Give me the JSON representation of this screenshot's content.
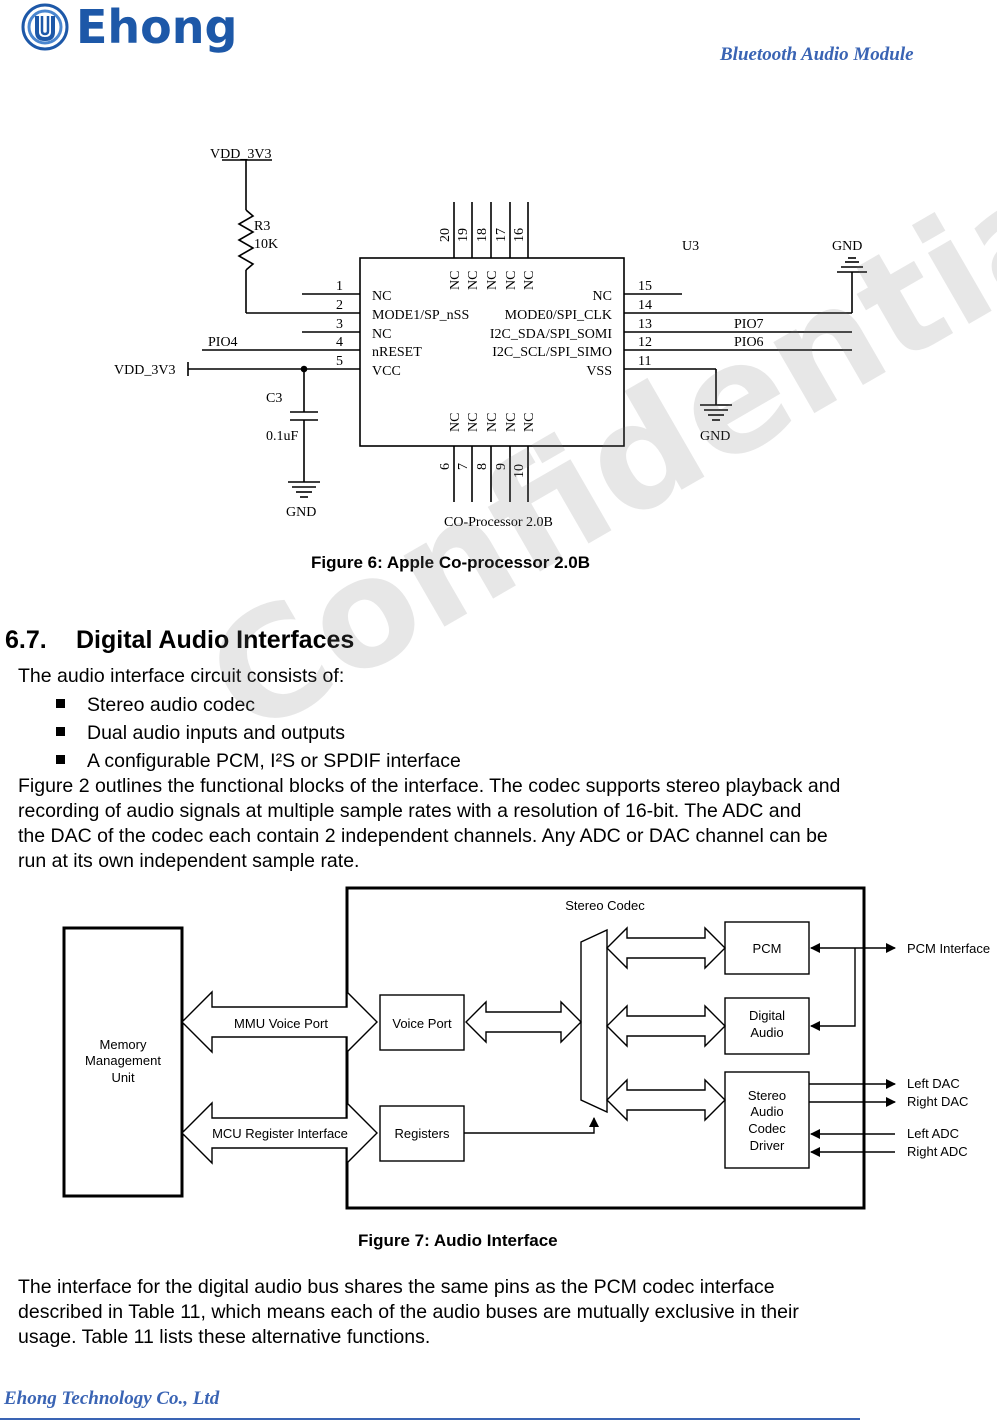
{
  "header": {
    "brand": "Ehong",
    "doc_type": "Bluetooth Audio Module"
  },
  "schematic": {
    "vdd_top": "VDD_3V3",
    "r3_name": "R3",
    "r3_value": "10K",
    "u3": "U3",
    "gnd": "GND",
    "pio4": "PIO4",
    "vdd_left": "VDD_3V3",
    "c3_name": "C3",
    "c3_value": "0.1uF",
    "gnd_left": "GND",
    "gnd_right": "GND",
    "pio7": "PIO7",
    "pio6": "PIO6",
    "chip_name": "CO-Processor 2.0B",
    "top_pins": [
      "20",
      "19",
      "18",
      "17",
      "16"
    ],
    "bottom_pins": [
      "6",
      "7",
      "8",
      "9",
      "10"
    ],
    "nc": "NC",
    "left_pins": [
      {
        "num": "1",
        "label": "NC"
      },
      {
        "num": "2",
        "label": "MODE1/SP_nSS"
      },
      {
        "num": "3",
        "label": "NC"
      },
      {
        "num": "4",
        "label": "nRESET"
      },
      {
        "num": "5",
        "label": "VCC"
      }
    ],
    "right_pins": [
      {
        "num": "15",
        "label": "NC"
      },
      {
        "num": "14",
        "label": "MODE0/SPI_CLK"
      },
      {
        "num": "13",
        "label": "I2C_SDA/SPI_SOMI"
      },
      {
        "num": "12",
        "label": "I2C_SCL/SPI_SIMO"
      },
      {
        "num": "11",
        "label": "VSS"
      }
    ]
  },
  "figure6_caption": "Figure 6: Apple Co-processor 2.0B",
  "section": {
    "number": "6.7.",
    "title": "Digital Audio Interfaces"
  },
  "intro": "The audio interface circuit consists of:",
  "bullets": [
    "Stereo audio codec",
    "Dual audio inputs and outputs",
    "A configurable PCM, I²S or SPDIF  interface"
  ],
  "paragraph1": [
    "Figure 2 outlines the functional blocks of the interface. The codec supports stereo playback and",
    "recording of audio signals at multiple sample rates with a resolution of 16-bit. The ADC and",
    "the DAC of the codec each contain 2 independent channels. Any ADC or DAC channel can be",
    "run at its own independent sample rate."
  ],
  "diagram": {
    "mmu_line1": "Memory",
    "mmu_line2": "Management",
    "mmu_line3": "Unit",
    "mmu_voice_port": "MMU Voice Port",
    "mcu_register_interface": "MCU Register Interface",
    "stereo_codec": "Stereo Codec",
    "voice_port": "Voice Port",
    "registers": "Registers",
    "pcm": "PCM",
    "digital_audio_1": "Digital",
    "digital_audio_2": "Audio",
    "driver_1": "Stereo",
    "driver_2": "Audio",
    "driver_3": "Codec",
    "driver_4": "Driver",
    "pcm_interface": "PCM Interface",
    "left_dac": "Left DAC",
    "right_dac": "Right DAC",
    "left_adc": "Left ADC",
    "right_adc": "Right ADC"
  },
  "figure7_caption": "Figure 7: Audio Interface",
  "paragraph2": [
    "The interface for the digital audio bus shares the same pins as the PCM codec interface",
    "described in Table 11, which means each of the audio buses are mutually exclusive in their",
    "usage. Table 11 lists these alternative functions."
  ],
  "footer": {
    "company": "Ehong Technology Co., Ltd"
  },
  "watermark": "Confidential",
  "colors": {
    "brand_blue": "#1d58a8",
    "header_blue": "#3a64b4"
  }
}
